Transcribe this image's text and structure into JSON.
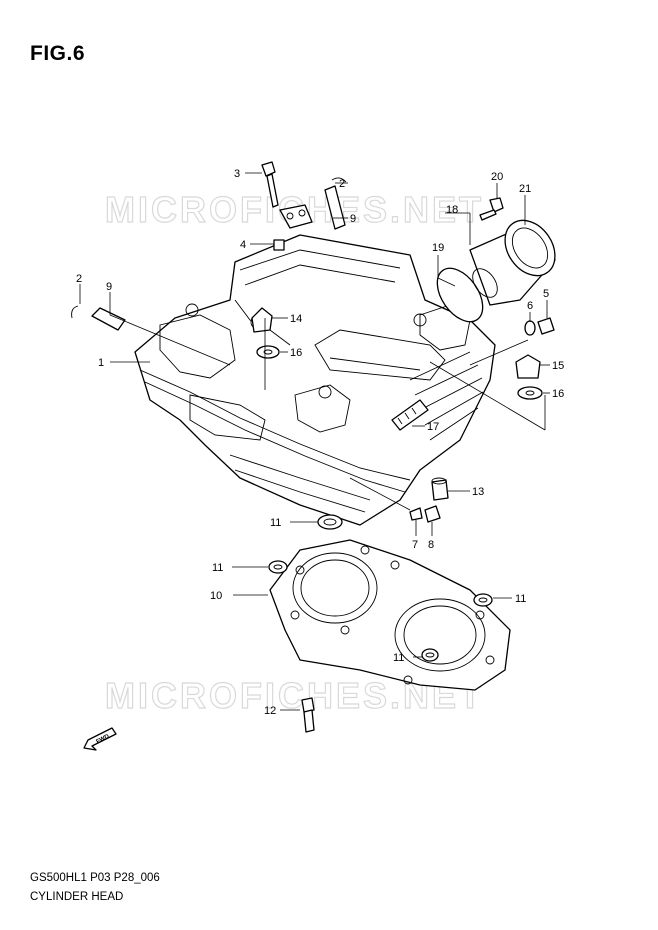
{
  "figure": {
    "title": "FIG.6"
  },
  "watermark": "MICROFICHES.NET",
  "footer": {
    "code": "GS500HL1 P03 P28_006",
    "name": "CYLINDER HEAD"
  },
  "fwd_label": "FWD",
  "callouts": {
    "c1": "1",
    "c2a": "2",
    "c2b": "2",
    "c3": "3",
    "c4": "4",
    "c5": "5",
    "c6": "6",
    "c7": "7",
    "c8": "8",
    "c9a": "9",
    "c9b": "9",
    "c10": "10",
    "c11a": "11",
    "c11b": "11",
    "c11c": "11",
    "c11d": "11",
    "c12": "12",
    "c13": "13",
    "c14": "14",
    "c15": "15",
    "c16a": "16",
    "c16b": "16",
    "c17": "17",
    "c18": "18",
    "c19": "19",
    "c20": "20",
    "c21": "21"
  }
}
